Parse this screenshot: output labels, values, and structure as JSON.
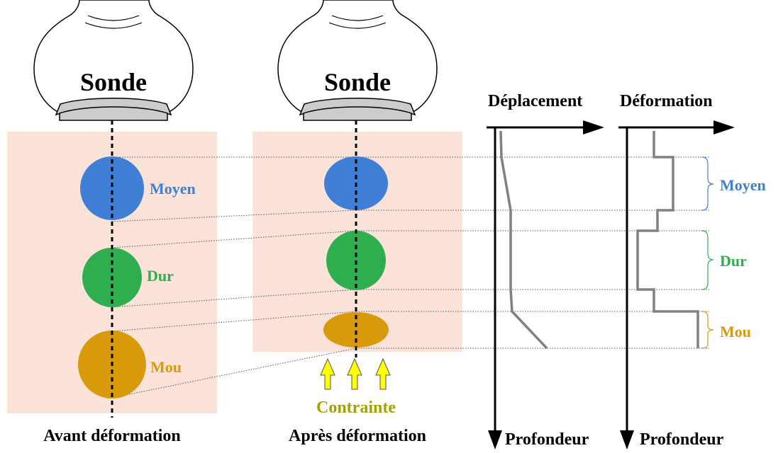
{
  "probe_labels": {
    "before": "Sonde",
    "after": "Sonde"
  },
  "materials": {
    "medium": "Moyen",
    "hard": "Dur",
    "soft": "Mou"
  },
  "stress_label": "Contrainte",
  "captions": {
    "before": "Avant déformation",
    "after": "Après déformation"
  },
  "plots": {
    "displacement": {
      "title": "Déplacement",
      "axis_label": "Profondeur"
    },
    "strain": {
      "title": "Déformation",
      "axis_label": "Profondeur"
    }
  },
  "colors": {
    "medium": "#3f7fd5",
    "hard": "#2fae4f",
    "soft": "#d89a0a",
    "tissue": "#fbe3d9",
    "stress_arrow": "#ffff00",
    "stress_text": "#a3a300",
    "curve": "#808080"
  }
}
